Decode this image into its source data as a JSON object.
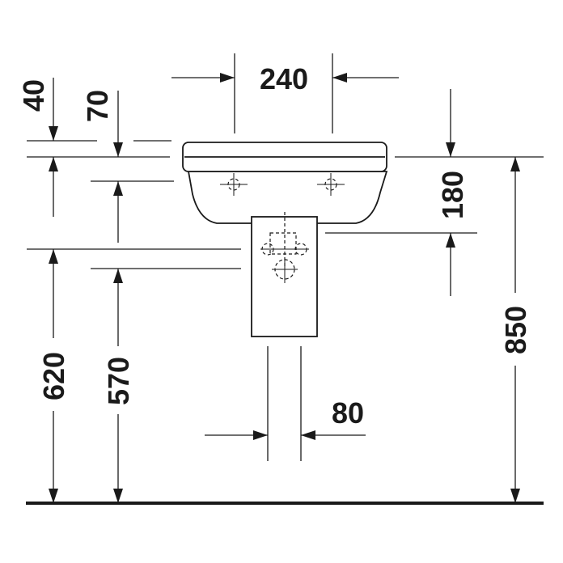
{
  "dimensions": {
    "top_width": "240",
    "left_small": "40",
    "second_small": "70",
    "right_mid": "180",
    "left_tall": "620",
    "second_tall": "570",
    "bottom_width": "80",
    "right_tall": "850"
  }
}
